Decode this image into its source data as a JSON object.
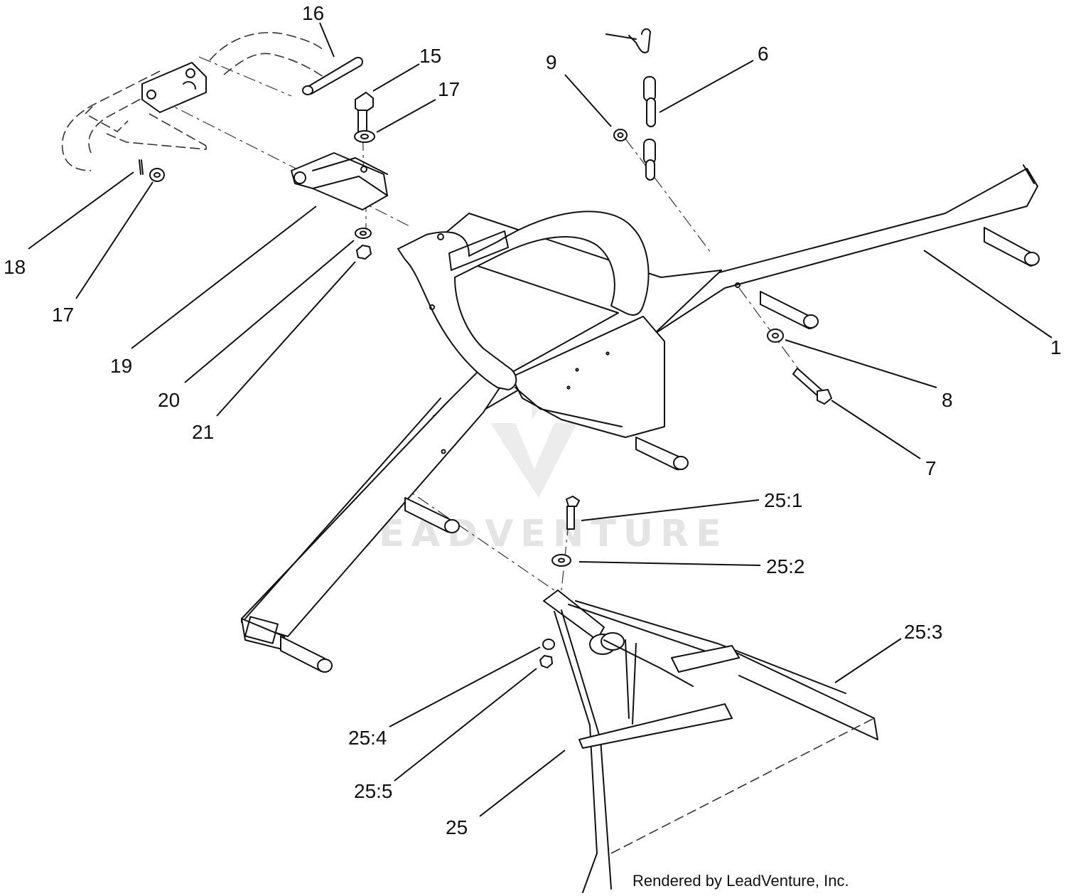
{
  "callouts": {
    "c16": "16",
    "c15": "15",
    "c17_top": "17",
    "c9": "9",
    "c6": "6",
    "c18": "18",
    "c17_left": "17",
    "c19": "19",
    "c20": "20",
    "c21": "21",
    "c1": "1",
    "c8": "8",
    "c7": "7",
    "c25_1": "25:1",
    "c25_2": "25:2",
    "c25_3": "25:3",
    "c25_4": "25:4",
    "c25_5": "25:5",
    "c25": "25"
  },
  "watermark": {
    "text": "LEADVENTURE"
  },
  "footer": {
    "credit": "Rendered by LeadVenture, Inc."
  }
}
